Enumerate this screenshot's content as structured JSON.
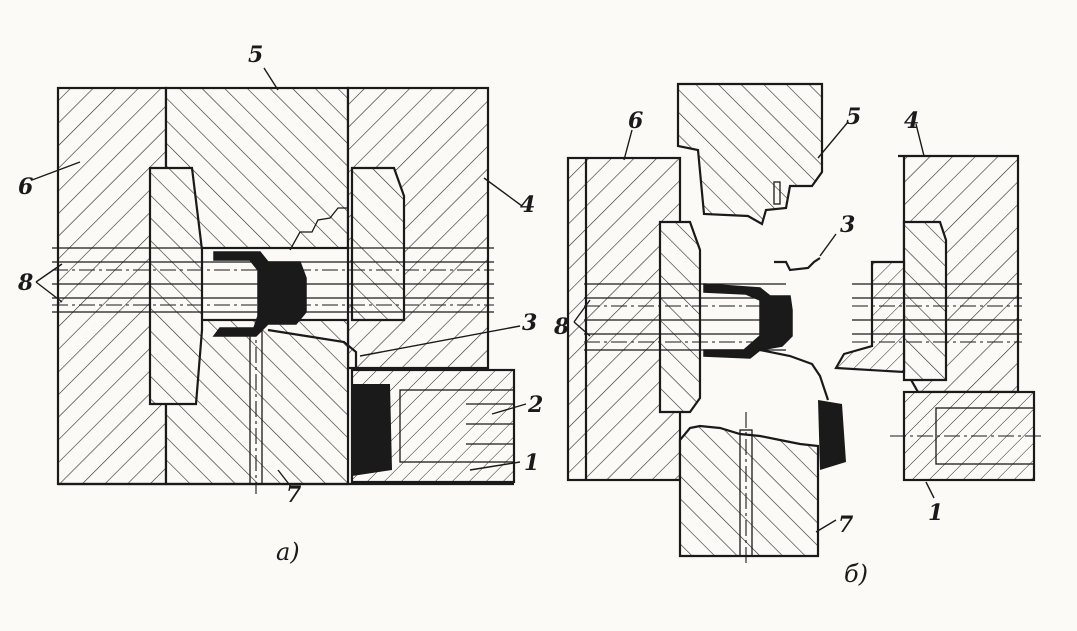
{
  "labels": {
    "a": {
      "part_5": "5",
      "part_6": "6",
      "part_4": "4",
      "part_8": "8",
      "part_3": "3",
      "part_2": "2",
      "part_1": "1",
      "part_7": "7"
    },
    "b": {
      "part_6": "6",
      "part_5": "5",
      "part_4": "4",
      "part_3": "3",
      "part_8": "8",
      "part_7": "7",
      "part_1": "1"
    }
  },
  "captions": {
    "a": "а)",
    "b": "б)"
  },
  "colors": {
    "ink": "#1a1a1a",
    "paper": "#fbfaf6",
    "hatch": "#2a2a2a"
  }
}
